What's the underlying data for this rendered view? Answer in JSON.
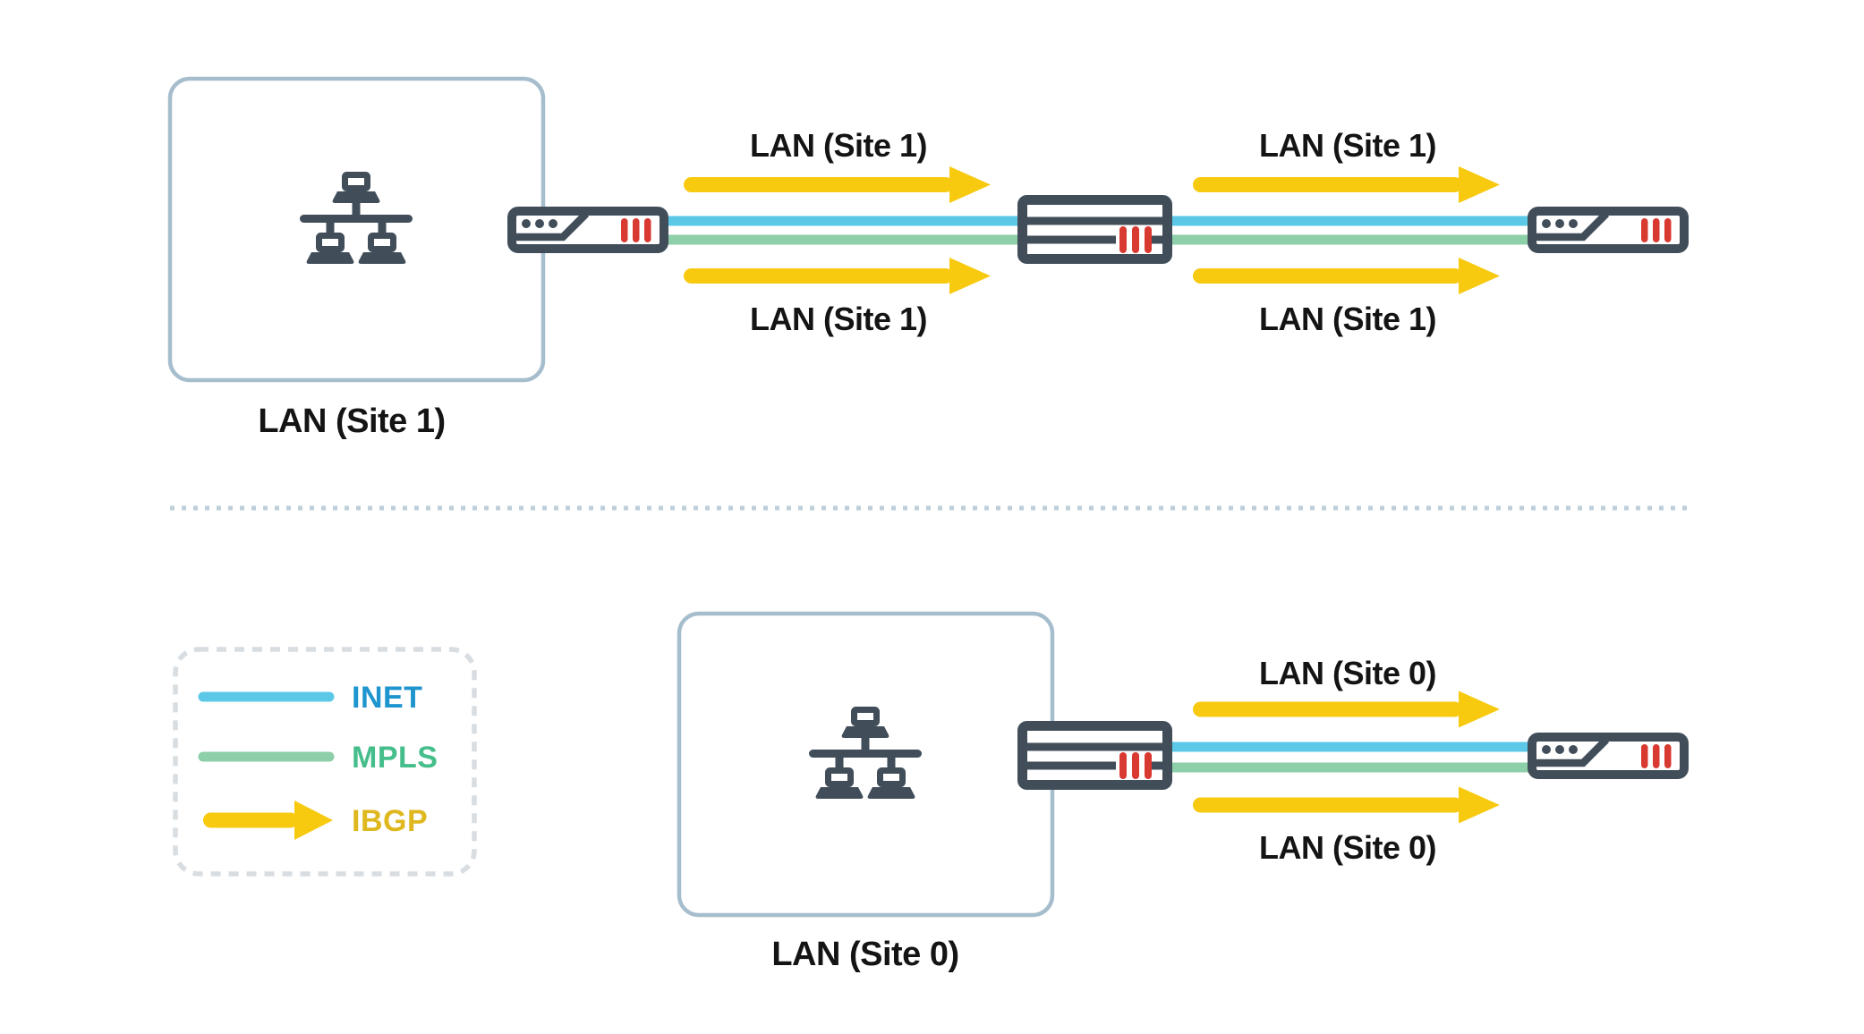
{
  "colors": {
    "dark": "#414E5A",
    "red": "#D83931",
    "yellow": "#F7CA10",
    "cyan": "#5BC8E8",
    "green": "#8CCFA9",
    "boxBorder": "#A6BDCD",
    "divider": "#BECFDB",
    "legendBorder": "#D8DDE2",
    "inetText": "#1E95CE",
    "mplsText": "#45BE8B",
    "ibgpText": "#DFB71F",
    "labelText": "#141414",
    "bg": "#FFFFFF"
  },
  "icons": {
    "lan-network-icon": "three networked computers connected by a bus line (dark slate glyph)",
    "cpe-router-icon": "router appliance: rounded box, three dots, diagonal slash, three red status bars",
    "switch-device-icon": "switch appliance: rounded box with two horizontal slots and three red status bars"
  },
  "diagram": {
    "site1": {
      "box_label": "LAN (Site 1)",
      "flow_labels": {
        "left_top": "LAN (Site 1)",
        "left_bottom": "LAN (Site 1)",
        "right_top": "LAN (Site 1)",
        "right_bottom": "LAN (Site 1)"
      }
    },
    "site0": {
      "box_label": "LAN (Site 0)",
      "flow_labels": {
        "top": "LAN (Site 0)",
        "bottom": "LAN (Site 0)"
      }
    }
  },
  "legend": {
    "items": [
      {
        "label": "INET",
        "swatch": "cyan-line"
      },
      {
        "label": "MPLS",
        "swatch": "green-line"
      },
      {
        "label": "IBGP",
        "swatch": "yellow-arrow"
      }
    ]
  }
}
